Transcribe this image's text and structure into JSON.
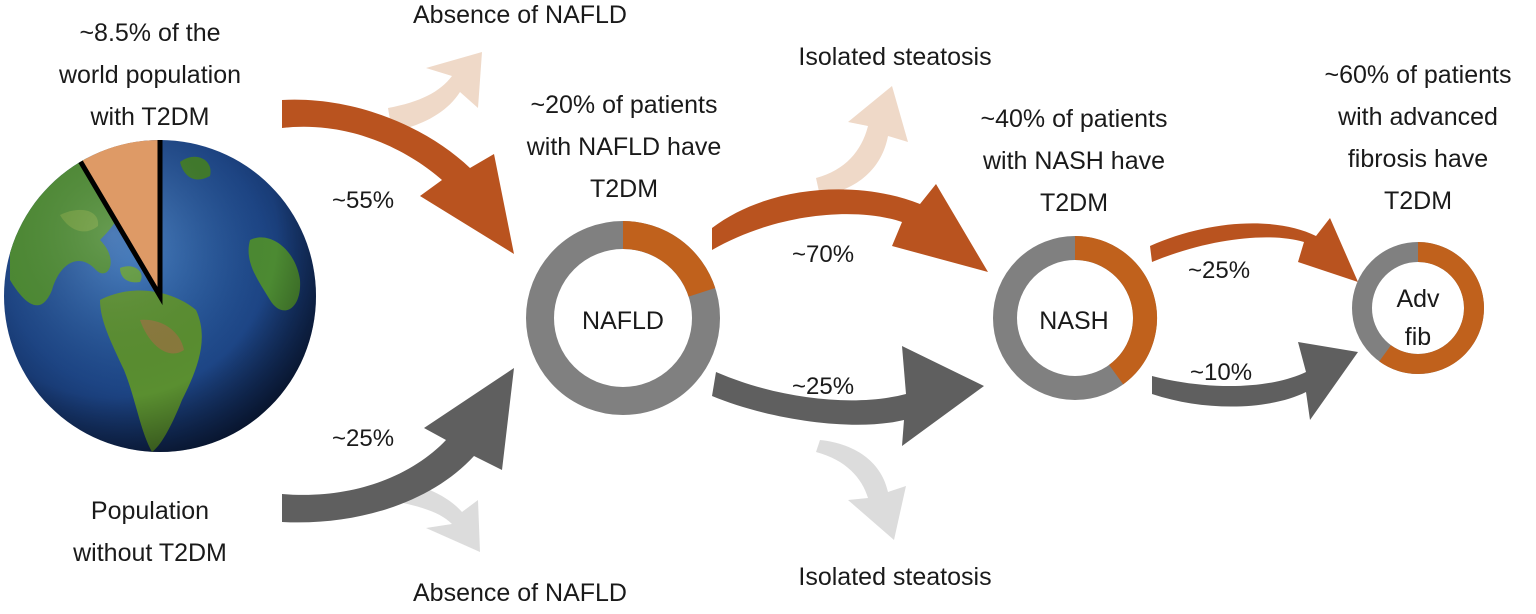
{
  "colors": {
    "t2dm_orange": "#b9531f",
    "ring_orange": "#c0611c",
    "no_t2dm_gray": "#5f5f5f",
    "ring_gray": "#808080",
    "faded_orange": "#efd9c8",
    "faded_gray": "#dcdcdc",
    "ocean": "#1c3f7a",
    "land": "#4c8a32"
  },
  "globe": {
    "t2dm_share_percent": 8.5
  },
  "labels": {
    "world_t2dm": [
      "~8.5% of the",
      "world population",
      "with T2DM"
    ],
    "population_without": [
      "Population",
      "without T2DM"
    ],
    "absence_top": "Absence of NAFLD",
    "absence_bottom": "Absence of NAFLD",
    "isolated_top": "Isolated steatosis",
    "isolated_bottom": "Isolated steatosis",
    "nafld_t2dm": [
      "~20% of patients",
      "with NAFLD have",
      "T2DM"
    ],
    "nash_t2dm": [
      "~40% of patients",
      "with NASH have",
      "T2DM"
    ],
    "advfib_t2dm": [
      "~60% of patients",
      "with advanced",
      "fibrosis have",
      "T2DM"
    ]
  },
  "flows": {
    "t2dm_to_nafld": "~55%",
    "no_t2dm_to_nafld": "~25%",
    "nafld_t2dm_to_nash": "~70%",
    "nafld_no_t2dm_to_nash": "~25%",
    "nash_t2dm_to_advfib": "~25%",
    "nash_no_t2dm_to_advfib": "~10%"
  },
  "rings": [
    {
      "id": "nafld",
      "label": [
        "NAFLD"
      ],
      "t2dm_percent": 20
    },
    {
      "id": "nash",
      "label": [
        "NASH"
      ],
      "t2dm_percent": 40
    },
    {
      "id": "advfib",
      "label": [
        "Adv",
        "fib"
      ],
      "t2dm_percent": 60
    }
  ]
}
